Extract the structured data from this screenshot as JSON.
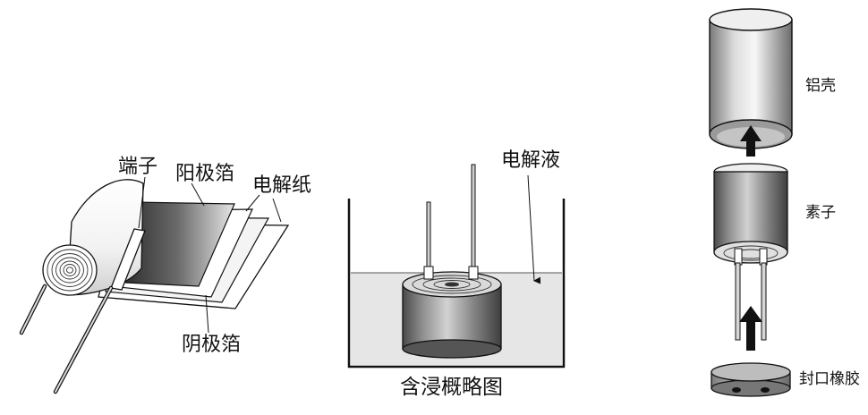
{
  "panels": {
    "winding": {
      "labels": {
        "terminal": "端子",
        "anode_foil": "阳极箔",
        "electrolytic_paper": "电解纸",
        "cathode_foil": "阴极箔"
      }
    },
    "impregnation": {
      "labels": {
        "electrolyte": "电解液",
        "caption": "含浸概略图"
      }
    },
    "assembly": {
      "labels": {
        "aluminum_case": "铝壳",
        "element": "素子",
        "sealing_rubber": "封口橡胶"
      }
    }
  }
}
